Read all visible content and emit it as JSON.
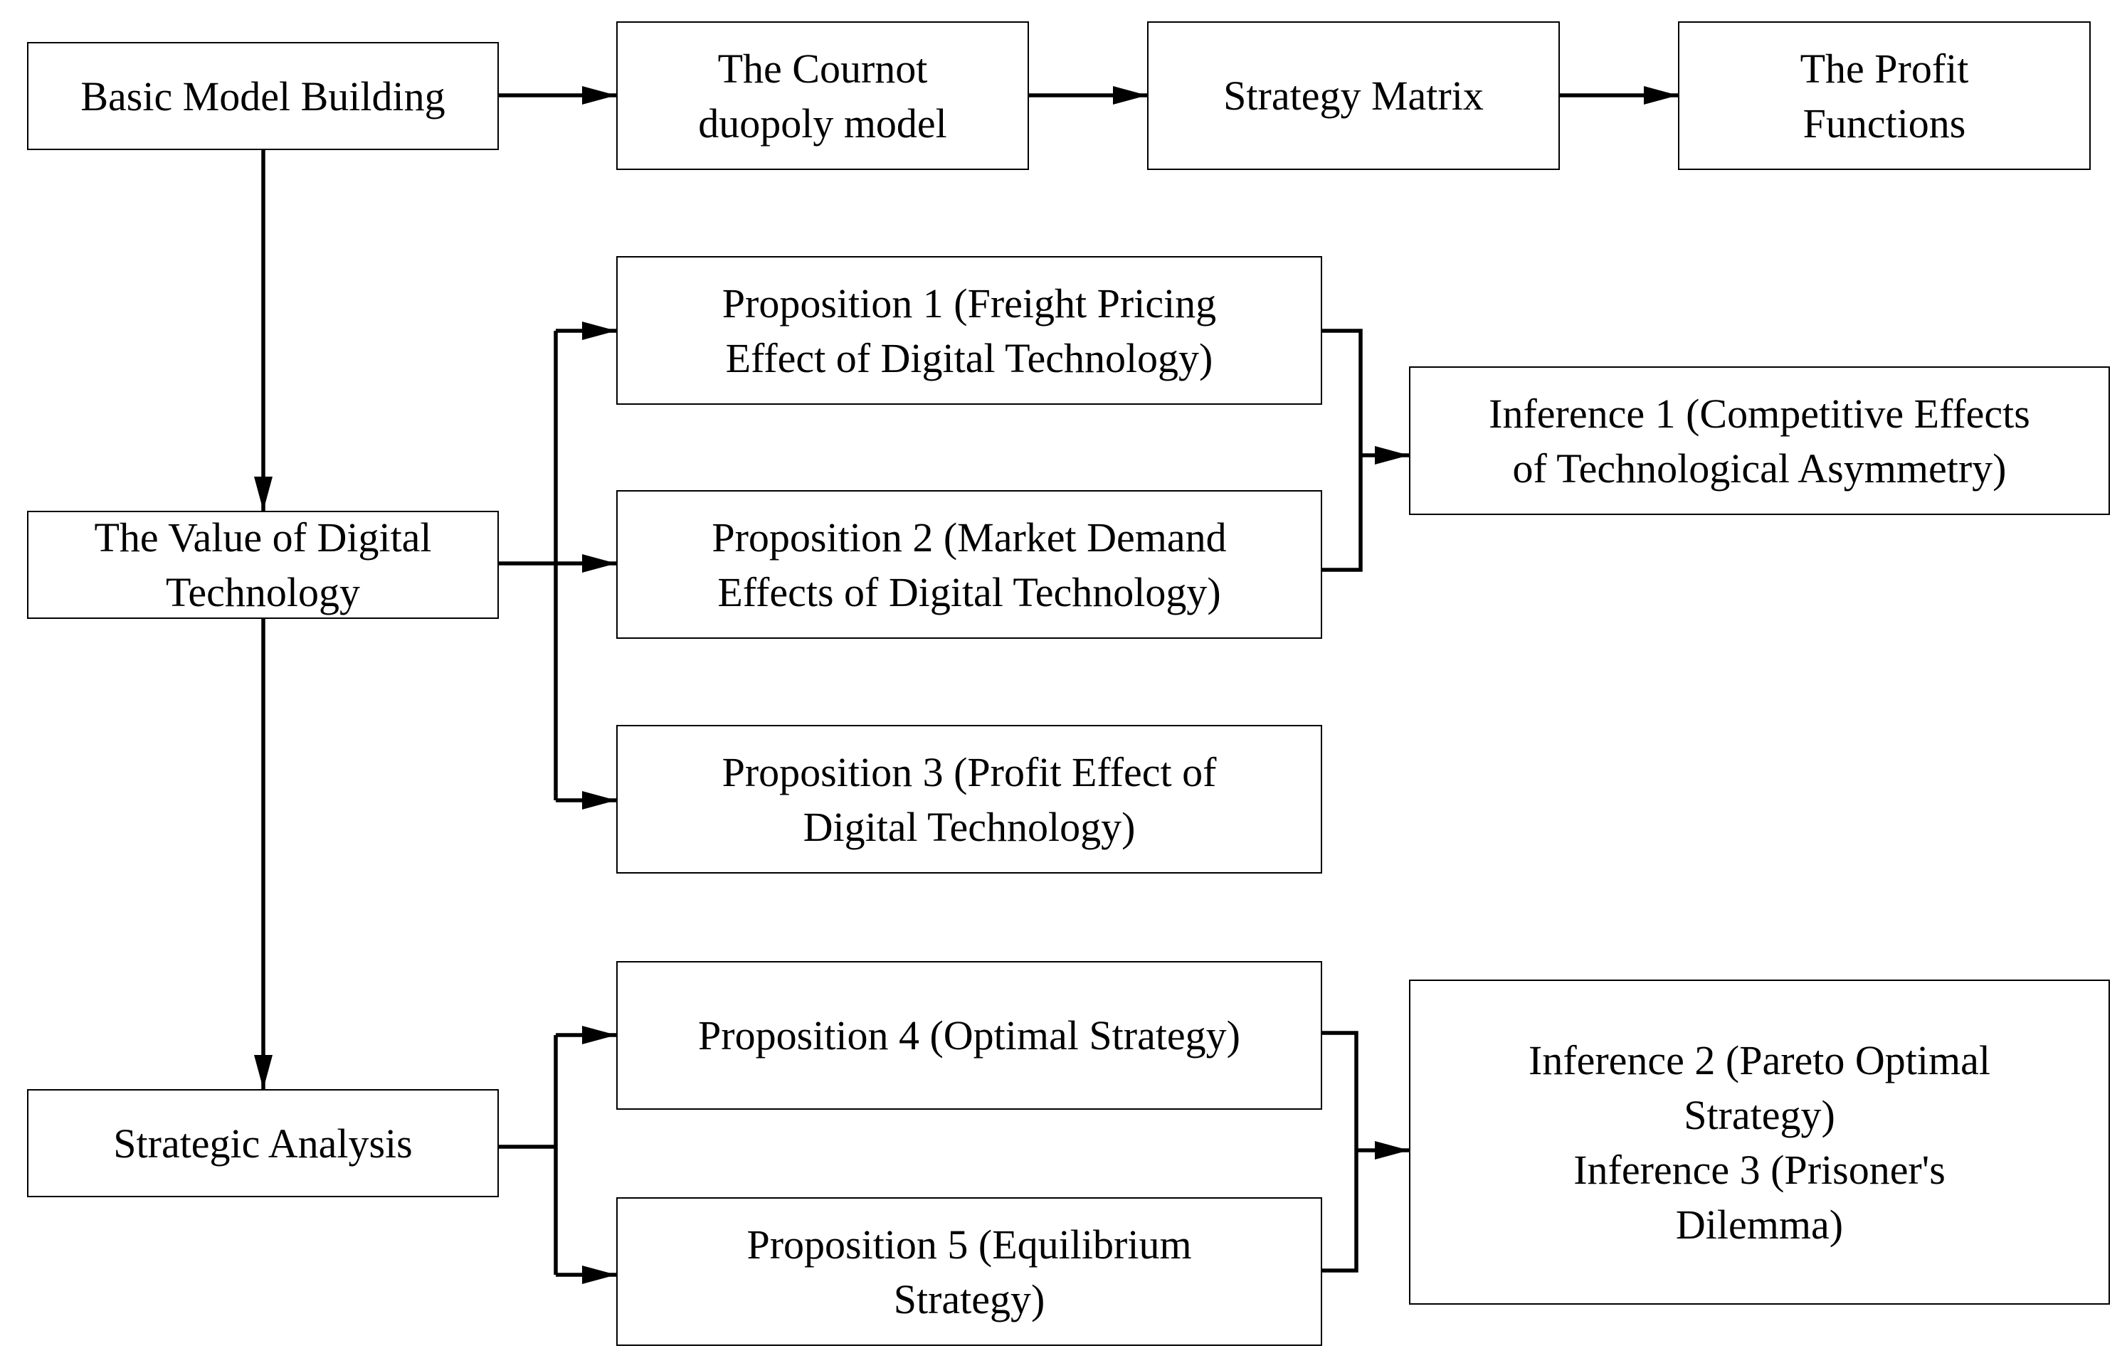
{
  "diagram": {
    "nodes": {
      "basic": {
        "lines": [
          "Basic Model Building"
        ]
      },
      "cournot": {
        "lines": [
          "The Cournot",
          "duopoly model"
        ]
      },
      "matrix": {
        "lines": [
          "Strategy Matrix"
        ]
      },
      "profit": {
        "lines": [
          "The Profit",
          "Functions"
        ]
      },
      "value": {
        "lines": [
          "The Value of Digital",
          "Technology"
        ]
      },
      "prop1": {
        "lines": [
          "Proposition 1 (Freight Pricing",
          "Effect of Digital Technology)"
        ]
      },
      "prop2": {
        "lines": [
          "Proposition 2 (Market Demand",
          "Effects of Digital Technology)"
        ]
      },
      "prop3": {
        "lines": [
          "Proposition 3 (Profit Effect of",
          "Digital Technology)"
        ]
      },
      "inf1": {
        "lines": [
          "Inference 1 (Competitive Effects",
          "of Technological Asymmetry)"
        ]
      },
      "strategic": {
        "lines": [
          "Strategic Analysis"
        ]
      },
      "prop4": {
        "lines": [
          "Proposition 4 (Optimal Strategy)"
        ]
      },
      "prop5": {
        "lines": [
          "Proposition 5 (Equilibrium",
          "Strategy)"
        ]
      },
      "inf23": {
        "lines": [
          "Inference 2 (Pareto Optimal",
          "Strategy)",
          "Inference 3 (Prisoner's",
          "Dilemma)"
        ]
      }
    },
    "edges": [
      {
        "from": "basic",
        "to": "cournot"
      },
      {
        "from": "cournot",
        "to": "matrix"
      },
      {
        "from": "matrix",
        "to": "profit"
      },
      {
        "from": "basic",
        "to": "value"
      },
      {
        "from": "value",
        "to": "strategic"
      },
      {
        "from": "value",
        "to": "prop1"
      },
      {
        "from": "value",
        "to": "prop2"
      },
      {
        "from": "value",
        "to": "prop3"
      },
      {
        "from": "prop1",
        "to": "inf1"
      },
      {
        "from": "prop2",
        "to": "inf1"
      },
      {
        "from": "strategic",
        "to": "prop4"
      },
      {
        "from": "strategic",
        "to": "prop5"
      },
      {
        "from": "prop4",
        "to": "inf23"
      },
      {
        "from": "prop5",
        "to": "inf23"
      }
    ],
    "line_color": "#000000",
    "box_fill": "#ffffff"
  }
}
